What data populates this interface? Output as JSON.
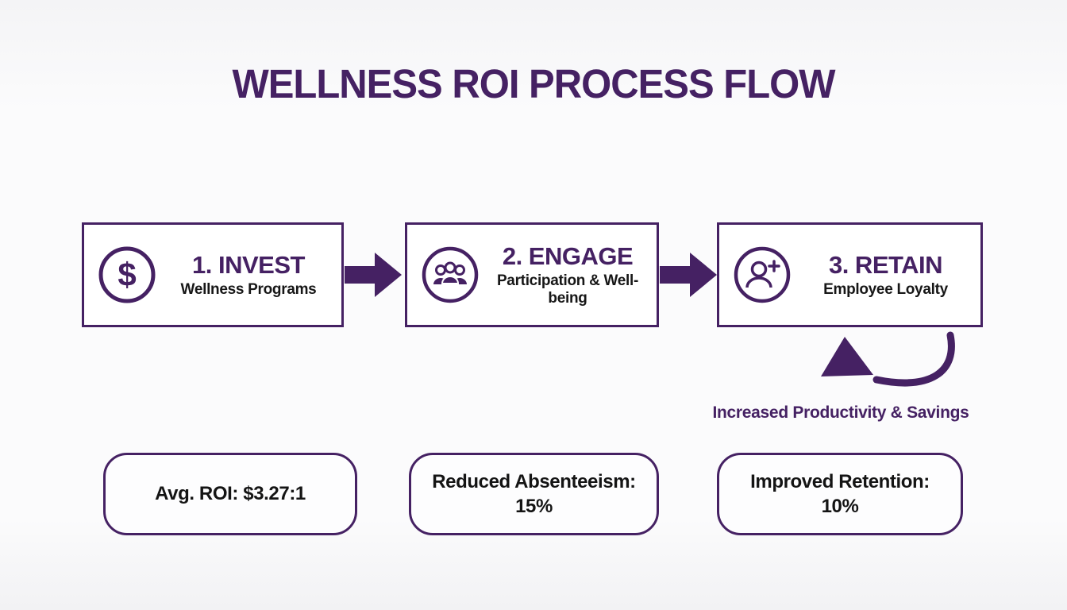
{
  "title": "WELLNESS ROI PROCESS FLOW",
  "colors": {
    "accent": "#452163",
    "background": "#f6f6f8",
    "box_fill": "#ffffff",
    "text_dark": "#141414"
  },
  "steps": [
    {
      "heading": "1. INVEST",
      "subtitle": "Wellness Programs",
      "icon": "dollar-icon"
    },
    {
      "heading": "2. ENGAGE",
      "subtitle": "Participation & Well-being",
      "icon": "people-group-icon"
    },
    {
      "heading": "3. RETAIN",
      "subtitle": "Employee Loyalty",
      "icon": "person-plus-icon"
    }
  ],
  "arrows": {
    "between_steps": "right-block-arrow",
    "feedback_loop_label": "Increased Productivity & Savings"
  },
  "stats": [
    {
      "line1": "Avg. ROI: $3.27:1",
      "line2": ""
    },
    {
      "line1": "Reduced Absenteeism:",
      "line2": "15%"
    },
    {
      "line1": "Improved Retention:",
      "line2": "10%"
    }
  ]
}
